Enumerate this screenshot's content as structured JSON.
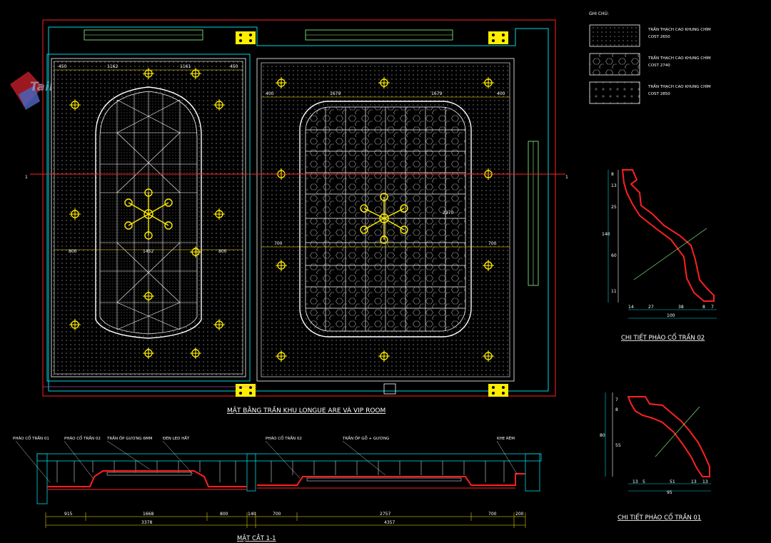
{
  "logo": {
    "text": "TaiLieuKienTruc.Net"
  },
  "legend": {
    "title": "GHI CHÚ:",
    "items": [
      {
        "line1": "TRẦN THẠCH CAO KHUNG CHÌM",
        "line2": "COST 2650"
      },
      {
        "line1": "TRẦN THẠCH CAO KHUNG CHÌM",
        "line2": "COST 2740"
      },
      {
        "line1": "TRẦN THẠCH CAO KHUNG CHÌM",
        "line2": "COST 2850"
      }
    ]
  },
  "plan": {
    "title": "MẶT BẰNG TRẦN KHU LONGUE ARE VÀ VIP ROOM",
    "section_marker": "1",
    "left_room_dims": {
      "top": [
        "450",
        "1162",
        "1161",
        "450"
      ],
      "middle": [
        "800",
        "1452",
        "800"
      ]
    },
    "right_room_dims": {
      "top": [
        "400",
        "1679",
        "1679",
        "400"
      ],
      "middle": [
        "700",
        "2370",
        "700"
      ]
    }
  },
  "detail02": {
    "title": "CHI TIẾT PHÀO CỔ TRẦN 02",
    "bottom_dims": [
      "14",
      "27",
      "38",
      "8",
      "7"
    ],
    "total": "100",
    "left_dims": [
      "8",
      "13",
      "25",
      "60",
      "11"
    ],
    "height": "140"
  },
  "detail01": {
    "title": "CHI TIẾT PHÀO CỔ TRẦN 01",
    "bottom_dims": [
      "13",
      "5",
      "51",
      "13",
      "13"
    ],
    "total": "95",
    "left_dims": [
      "7",
      "8",
      "55"
    ],
    "height": "80"
  },
  "section": {
    "title": "MẶT CẮT 1-1",
    "labels_left": [
      "PHÀO CỔ TRẦN 01",
      "PHÀO CỔ TRẦN 02",
      "TRẦN ỐP GƯƠNG 6MM",
      "ĐÈN LED HẮT"
    ],
    "labels_right": [
      "PHÀO CỔ TRẦN 02",
      "TRẦN ỐP GỖ + GƯƠNG",
      "KHE RÈM"
    ],
    "dims_left": [
      "915",
      "1668",
      "800"
    ],
    "total_left": "3378",
    "gap": "140",
    "dims_right": [
      "700",
      "2757",
      "700"
    ],
    "total_right": "4357",
    "end_dim": "200"
  }
}
